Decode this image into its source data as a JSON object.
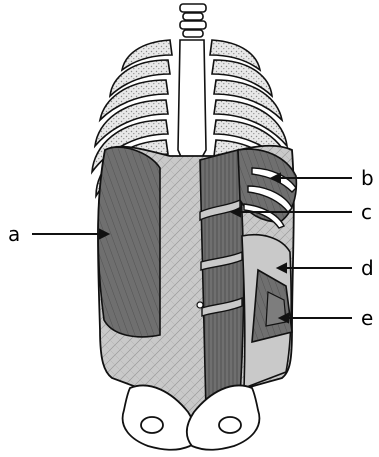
{
  "labels": {
    "a": "a",
    "b": "b",
    "c": "c",
    "d": "d",
    "e": "e"
  },
  "colors": {
    "outline": "#111111",
    "muscle_dark": "#6f6f6f",
    "fascia_light": "#c9c9c9",
    "rib_fill": "#ffffff",
    "rib_stipple": "#9a9a9a",
    "background": "#ffffff"
  }
}
